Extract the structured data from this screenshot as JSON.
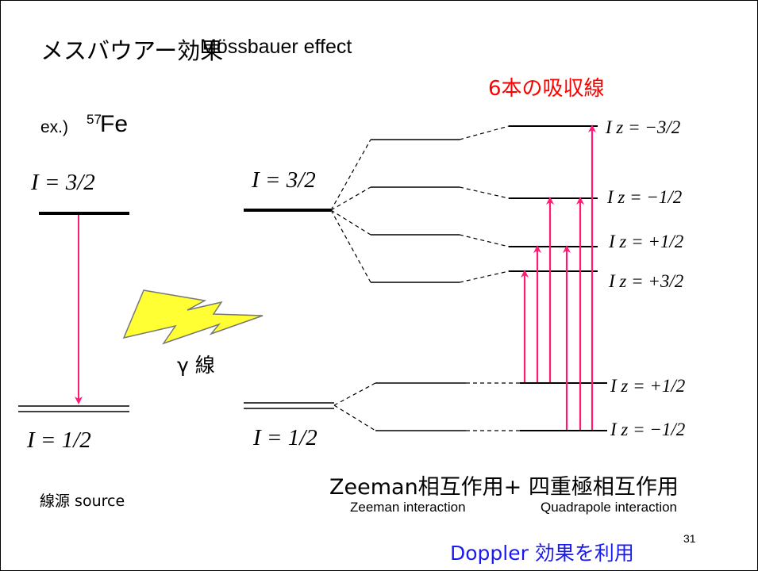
{
  "slide": {
    "title_jp": "メスバウアー効果",
    "title_en": "Mössbauer effect",
    "example_prefix": "ex.)",
    "isotope_mass": "57",
    "isotope_element": "Fe",
    "six_lines_note": "6本の吸収線",
    "source_upper_level": "I = 3/2",
    "source_lower_level": "I = 1/2",
    "absorber_upper_level": "I = 3/2",
    "absorber_lower_level": "I = 1/2",
    "sublevels": [
      "I z = −3/2",
      "I z = −1/2",
      "I z = +1/2",
      "I z = +3/2",
      "I z = +1/2",
      "I z = −1/2"
    ],
    "gamma_label": "γ 線",
    "source_label": "線源 source",
    "interaction_jp": "Zeeman相互作用+ 四重極相互作用",
    "zeeman_en": "Zeeman interaction",
    "quadrupole_en": "Quadrapole interaction",
    "doppler_note": "Doppler 効果を利用",
    "page_number": "31"
  },
  "colors": {
    "arrow": "#ff1a75",
    "six_lines_note": "#ff0000",
    "doppler_note": "#1a1af0",
    "lightning_fill": "#ffff33",
    "lines": "#000000"
  }
}
